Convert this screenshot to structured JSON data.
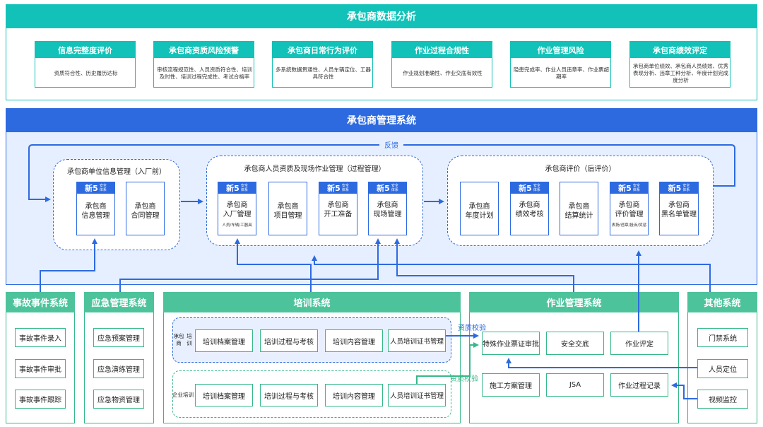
{
  "analysis": {
    "title": "承包商数据分析",
    "cards": [
      {
        "title": "信息完整度评价",
        "desc": "资质符合性、历史履历达标"
      },
      {
        "title": "承包商资质风险预警",
        "desc": "审核流程规范性、人员资质符合性、培训及时性、培训过程完成性、考试合格率"
      },
      {
        "title": "承包商日常行为评价",
        "desc": "多系统数据贯通性、人员车辆定位、工器具符合性"
      },
      {
        "title": "作业过程合规性",
        "desc": "作业规划准确性、作业交底有效性"
      },
      {
        "title": "作业管理风险",
        "desc": "隐患完成率、作业人员违章率、作业票超期率"
      },
      {
        "title": "承包商绩效评定",
        "desc": "承包商单位绩效、承包商人员绩效、优秀表现分析、违章工种分析、年度计划完成度分析"
      }
    ]
  },
  "management": {
    "title": "承包商管理系统",
    "feedback_label": "反馈",
    "logo_main": "新5",
    "logo_sub1": "安全",
    "logo_sub2": "体系",
    "groups": [
      {
        "title": "承包商单位信息管理（入厂前）",
        "modules": [
          {
            "line1": "承包商",
            "line2": "信息管理",
            "sub": ""
          },
          {
            "line1": "承包商",
            "line2": "合同管理",
            "sub": ""
          }
        ]
      },
      {
        "title": "承包商人员资质及现场作业管理（过程管理）",
        "modules": [
          {
            "line1": "承包商",
            "line2": "入厂管理",
            "sub": "人员/车辆/工器具"
          },
          {
            "line1": "承包商",
            "line2": "项目管理",
            "sub": ""
          },
          {
            "line1": "承包商",
            "line2": "开工准备",
            "sub": ""
          },
          {
            "line1": "承包商",
            "line2": "现场管理",
            "sub": ""
          }
        ]
      },
      {
        "title": "承包商评价（后评价）",
        "modules": [
          {
            "line1": "承包商",
            "line2": "年度计划",
            "sub": ""
          },
          {
            "line1": "承包商",
            "line2": "绩效考核",
            "sub": ""
          },
          {
            "line1": "承包商",
            "line2": "结算统计",
            "sub": ""
          },
          {
            "line1": "承包商",
            "line2": "评价管理",
            "sub": "表扬/违章/投诉/奖惩"
          },
          {
            "line1": "承包商",
            "line2": "黑名单管理",
            "sub": ""
          }
        ]
      }
    ]
  },
  "accident": {
    "title": "事故事件系统",
    "items": [
      "事故事件录入",
      "事故事件审批",
      "事故事件跟踪"
    ]
  },
  "emergency": {
    "title": "应急管理系统",
    "items": [
      "应急预案管理",
      "应急演练管理",
      "应急物资管理"
    ]
  },
  "training": {
    "title": "培训系统",
    "contractor_label_1": "承包商",
    "contractor_label_2": "培训",
    "enterprise_label_1": "企业",
    "enterprise_label_2": "培训",
    "contractor_items": [
      "培训档案管理",
      "培训过程与考核",
      "培训内容管理",
      "人员培训证书管理"
    ],
    "enterprise_items": [
      "培训档案管理",
      "培训过程与考核",
      "培训内容管理",
      "人员培训证书管理"
    ],
    "verify_label_1": "资质校验",
    "verify_label_2": "资质校验"
  },
  "work": {
    "title": "作业管理系统",
    "items": [
      "特殊作业票证审批",
      "安全交底",
      "作业评定",
      "施工方案管理",
      "JSA",
      "作业过程记录"
    ]
  },
  "other": {
    "title": "其他系统",
    "items": [
      "门禁系统",
      "人员定位",
      "视频监控"
    ]
  }
}
